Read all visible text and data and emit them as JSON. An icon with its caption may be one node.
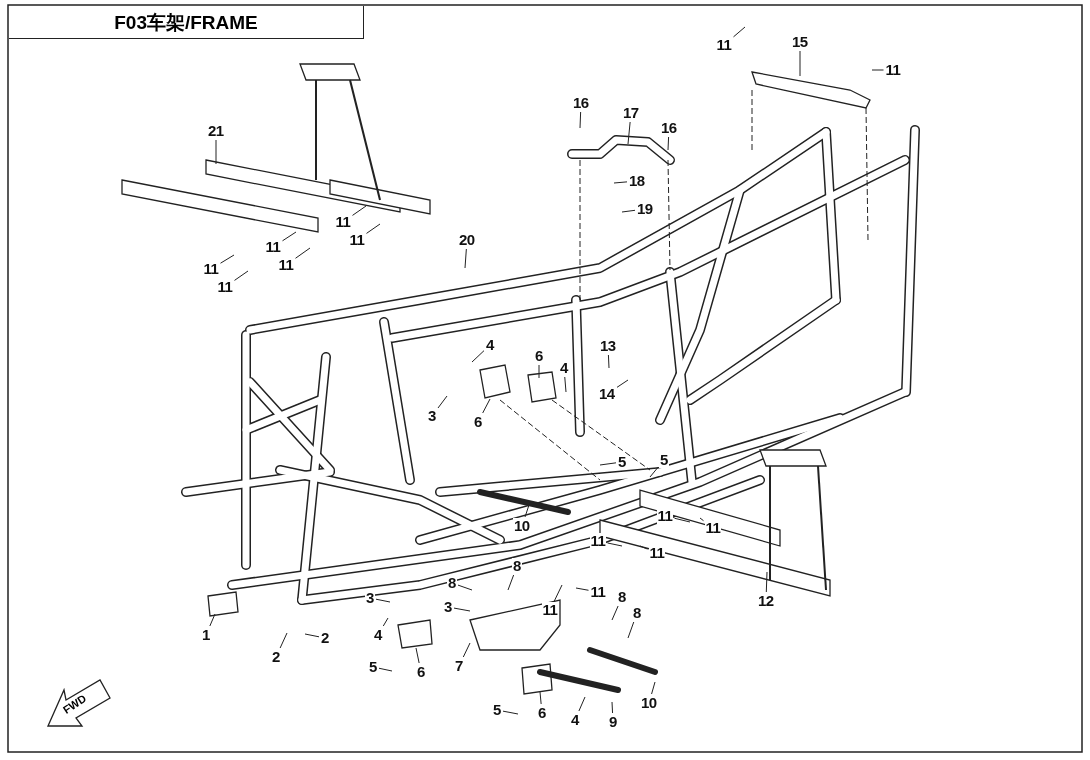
{
  "diagram": {
    "title": "F03车架/FRAME",
    "nodes": [
      {
        "text": [
          "11"
        ]
      },
      {
        "text": [
          "15"
        ]
      },
      {
        "text": [
          "11"
        ]
      },
      {
        "text": [
          "16"
        ]
      },
      {
        "text": [
          "17"
        ]
      },
      {
        "text": [
          "16"
        ]
      },
      {
        "text": [
          "21"
        ]
      },
      {
        "text": [
          "18"
        ]
      },
      {
        "text": [
          "19"
        ]
      },
      {
        "text": [
          "11"
        ]
      },
      {
        "text": [
          "11"
        ]
      },
      {
        "text": [
          "20"
        ]
      },
      {
        "text": [
          "11"
        ]
      },
      {
        "text": [
          "11"
        ]
      },
      {
        "text": [
          "11"
        ]
      },
      {
        "text": [
          "11"
        ]
      },
      {
        "text": [
          "4"
        ]
      },
      {
        "text": [
          "13"
        ]
      },
      {
        "text": [
          "6"
        ]
      },
      {
        "text": [
          "4"
        ]
      },
      {
        "text": [
          "14"
        ]
      },
      {
        "text": [
          "3"
        ]
      },
      {
        "text": [
          "6"
        ]
      },
      {
        "text": [
          "5"
        ]
      },
      {
        "text": [
          "5"
        ]
      },
      {
        "text": [
          "11"
        ]
      },
      {
        "text": [
          "10"
        ]
      },
      {
        "text": [
          "11"
        ]
      },
      {
        "text": [
          "11"
        ]
      },
      {
        "text": [
          "11"
        ]
      },
      {
        "text": [
          "8"
        ]
      },
      {
        "text": [
          "11"
        ]
      },
      {
        "text": [
          "11"
        ]
      },
      {
        "text": [
          "12"
        ]
      },
      {
        "text": [
          "8"
        ]
      },
      {
        "text": [
          "3"
        ]
      },
      {
        "text": [
          "3"
        ]
      },
      {
        "text": [
          "8"
        ]
      },
      {
        "text": [
          "8"
        ]
      },
      {
        "text": [
          "4"
        ]
      },
      {
        "text": [
          "1"
        ]
      },
      {
        "text": [
          "2"
        ]
      },
      {
        "text": [
          "2"
        ]
      },
      {
        "text": [
          "7"
        ]
      },
      {
        "text": [
          "5"
        ]
      },
      {
        "text": [
          "6"
        ]
      },
      {
        "text": [
          "10"
        ]
      },
      {
        "text": [
          "5"
        ]
      },
      {
        "text": [
          "6"
        ]
      },
      {
        "text": [
          "4"
        ]
      },
      {
        "text": [
          "9"
        ]
      }
    ],
    "edges": [
      {
        "from": 0,
        "to": null,
        "arrow": "none"
      },
      {
        "from": 1,
        "to": null,
        "arrow": "none"
      },
      {
        "from": 2,
        "to": null,
        "arrow": "none"
      },
      {
        "from": 3,
        "to": null,
        "arrow": "none"
      },
      {
        "from": 4,
        "to": null,
        "arrow": "none"
      },
      {
        "from": 5,
        "to": null,
        "arrow": "none"
      },
      {
        "from": 6,
        "to": null,
        "arrow": "none"
      },
      {
        "from": 7,
        "to": null,
        "arrow": "none"
      },
      {
        "from": 8,
        "to": null,
        "arrow": "none"
      },
      {
        "from": 9,
        "to": null,
        "arrow": "none"
      },
      {
        "from": 10,
        "to": null,
        "arrow": "none"
      },
      {
        "from": 11,
        "to": null,
        "arrow": "none"
      },
      {
        "from": 12,
        "to": null,
        "arrow": "none"
      },
      {
        "from": 13,
        "to": null,
        "arrow": "none"
      },
      {
        "from": 14,
        "to": null,
        "arrow": "none"
      },
      {
        "from": 15,
        "to": null,
        "arrow": "none"
      },
      {
        "from": 16,
        "to": null,
        "arrow": "none"
      },
      {
        "from": 17,
        "to": null,
        "arrow": "none"
      },
      {
        "from": 18,
        "to": null,
        "arrow": "none"
      },
      {
        "from": 19,
        "to": null,
        "arrow": "none"
      },
      {
        "from": 20,
        "to": null,
        "arrow": "none"
      },
      {
        "from": 21,
        "to": null,
        "arrow": "none"
      },
      {
        "from": 22,
        "to": null,
        "arrow": "none"
      },
      {
        "from": 23,
        "to": null,
        "arrow": "none"
      },
      {
        "from": 24,
        "to": null,
        "arrow": "none"
      },
      {
        "from": 25,
        "to": null,
        "arrow": "none"
      },
      {
        "from": 26,
        "to": null,
        "arrow": "none"
      },
      {
        "from": 27,
        "to": null,
        "arrow": "none"
      },
      {
        "from": 28,
        "to": null,
        "arrow": "none"
      },
      {
        "from": 29,
        "to": null,
        "arrow": "none"
      },
      {
        "from": 30,
        "to": null,
        "arrow": "none"
      },
      {
        "from": 31,
        "to": null,
        "arrow": "none"
      },
      {
        "from": 32,
        "to": null,
        "arrow": "none"
      },
      {
        "from": 33,
        "to": null,
        "arrow": "none"
      },
      {
        "from": 34,
        "to": null,
        "arrow": "none"
      },
      {
        "from": 35,
        "to": null,
        "arrow": "none"
      },
      {
        "from": 36,
        "to": null,
        "arrow": "none"
      },
      {
        "from": 37,
        "to": null,
        "arrow": "none"
      },
      {
        "from": 38,
        "to": null,
        "arrow": "none"
      },
      {
        "from": 39,
        "to": null,
        "arrow": "none"
      },
      {
        "from": 40,
        "to": null,
        "arrow": "none"
      },
      {
        "from": 41,
        "to": null,
        "arrow": "none"
      },
      {
        "from": 42,
        "to": null,
        "arrow": "none"
      },
      {
        "from": 43,
        "to": null,
        "arrow": "none"
      },
      {
        "from": 44,
        "to": null,
        "arrow": "none"
      },
      {
        "from": 45,
        "to": null,
        "arrow": "none"
      },
      {
        "from": 46,
        "to": null,
        "arrow": "none"
      },
      {
        "from": 47,
        "to": null,
        "arrow": "none"
      },
      {
        "from": 48,
        "to": null,
        "arrow": "none"
      },
      {
        "from": 49,
        "to": null,
        "arrow": "none"
      },
      {
        "from": 50,
        "to": null,
        "arrow": "none"
      }
    ],
    "labels": [
      "FWD"
    ]
  }
}
